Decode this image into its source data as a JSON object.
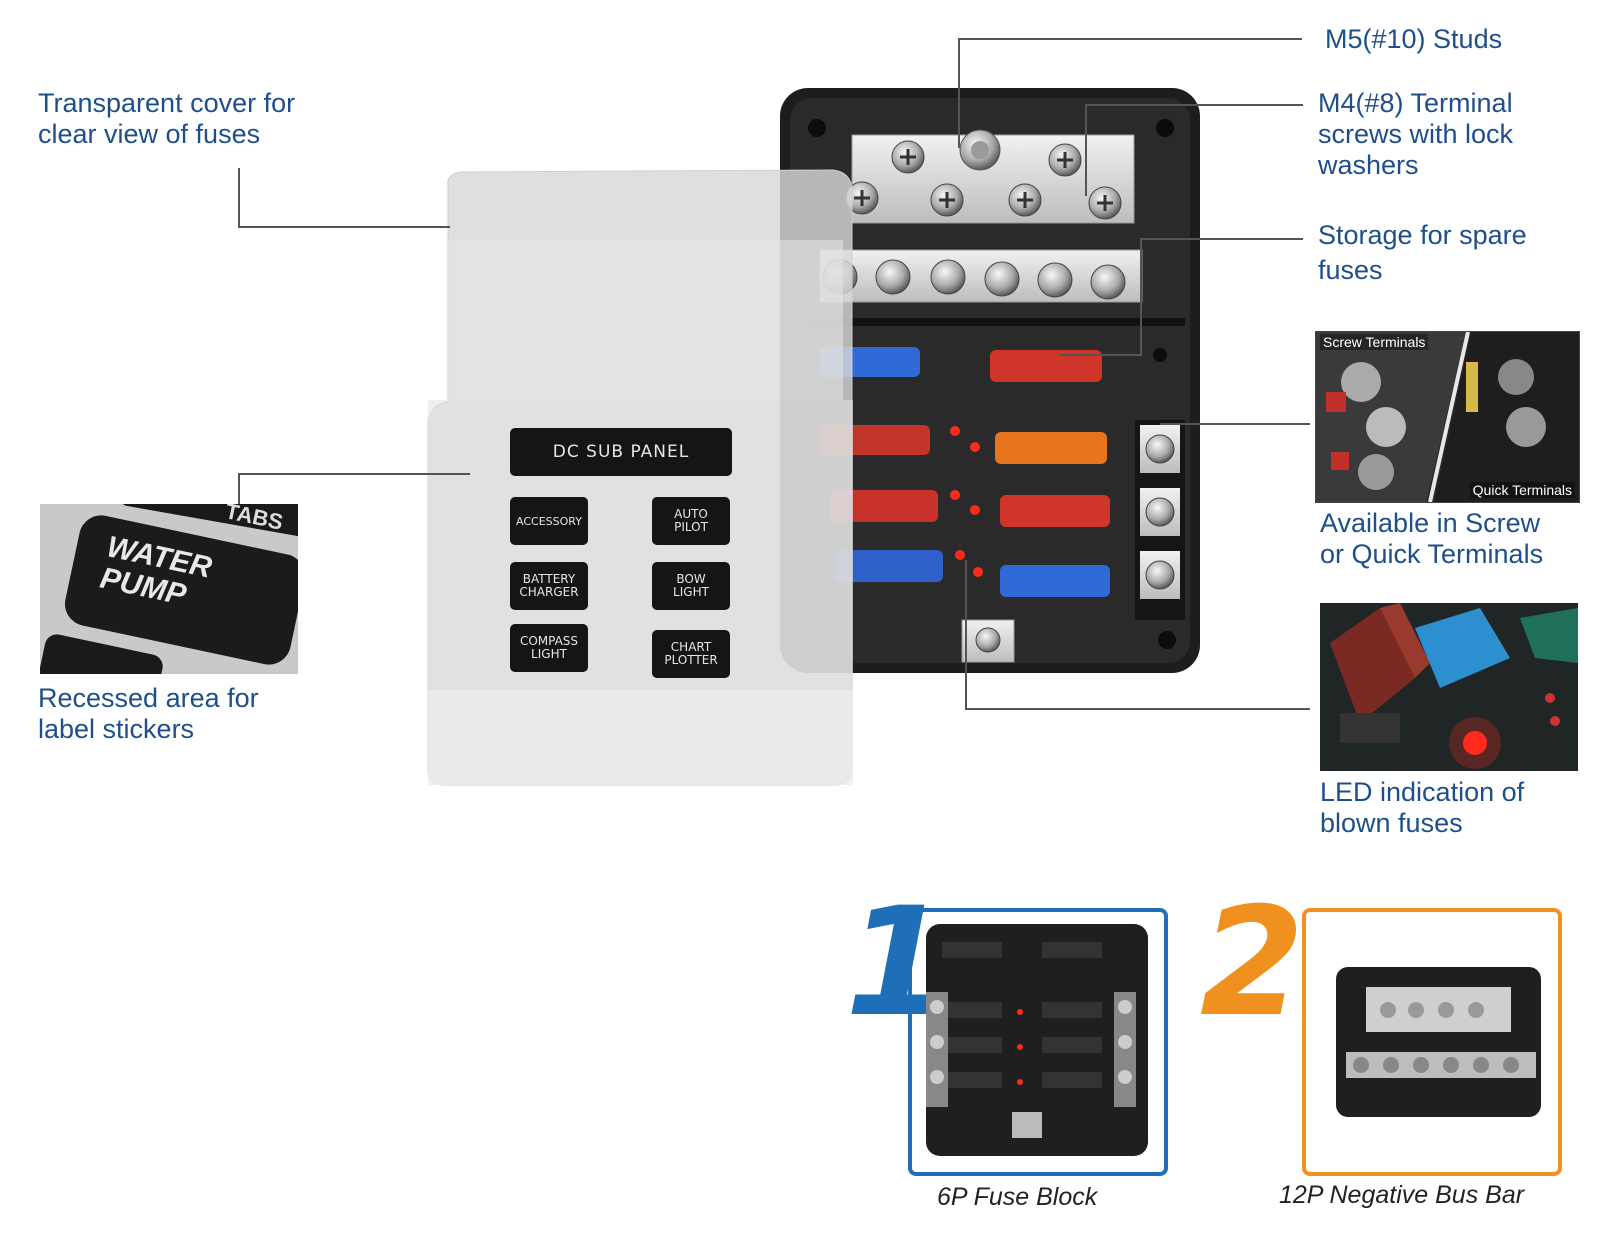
{
  "callouts": {
    "cover": "Transparent cover for\nclear view of fuses",
    "studs": "M5(#10) Studs",
    "terminal_screws": "M4(#8) Terminal\nscrews with lock\nwashers",
    "storage": "Storage for spare\nfuses",
    "terminals": "Available in Screw\nor Quick Terminals",
    "recessed": "Recessed area for\nlabel stickers",
    "led": "LED indication of\nblown fuses"
  },
  "insets": {
    "screw_terminals": "Screw Terminals",
    "quick_terminals": "Quick Terminals",
    "sticker_top": "TABS",
    "sticker_main": "WATER\nPUMP"
  },
  "panel": {
    "title": "DC SUB PANEL",
    "stickers": [
      "ACCESSORY",
      "AUTO\nPILOT",
      "BATTERY\nCHARGER",
      "BOW\nLIGHT",
      "COMPASS\nLIGHT",
      "CHART\nPLOTTER"
    ]
  },
  "variants": [
    {
      "number": "1",
      "caption": "6P Fuse Block",
      "color": "#1f6fb8"
    },
    {
      "number": "2",
      "caption": "12P Negative Bus Bar",
      "color": "#f0901e"
    }
  ],
  "colors": {
    "label_text": "#1f4f8a",
    "fuse_blue": "#2f6ad8",
    "fuse_red": "#d0352a",
    "fuse_orange": "#e8741e",
    "led_red": "#ff2a1a"
  }
}
